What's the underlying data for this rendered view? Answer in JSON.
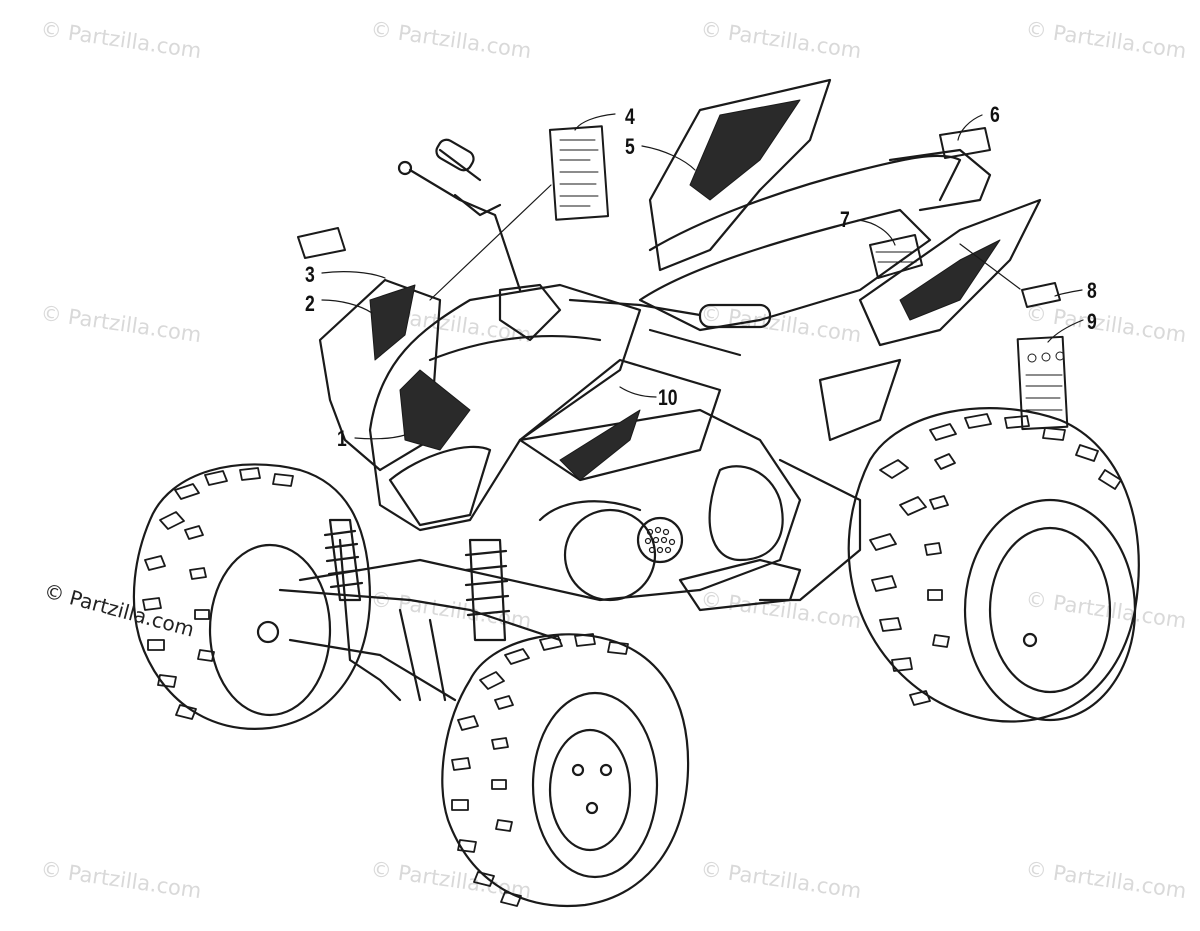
{
  "watermark": {
    "text": "© Partzilla.com",
    "main_text": "© Partzilla.com"
  },
  "callouts": [
    "1",
    "2",
    "3",
    "4",
    "5",
    "6",
    "7",
    "8",
    "9",
    "10"
  ],
  "colors": {
    "line": "#1a1a1a",
    "watermark": "#d9d9d9",
    "decal_dark": "#2a2a2a"
  }
}
